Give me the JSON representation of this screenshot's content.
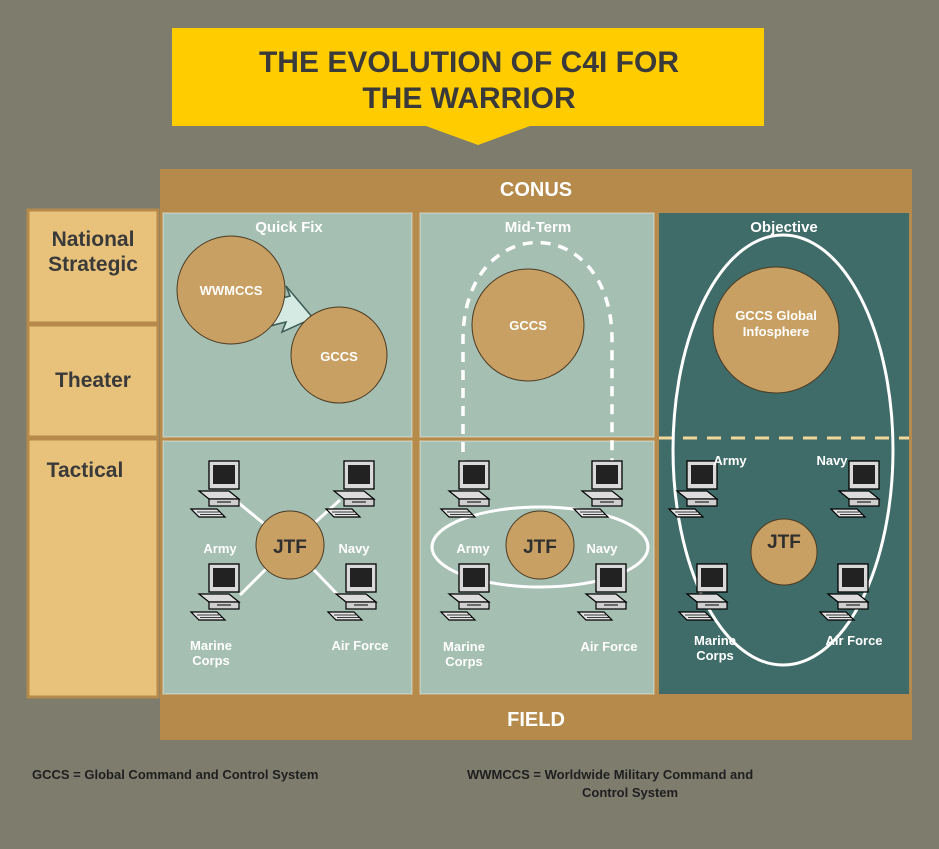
{
  "title": {
    "line1": "THE EVOLUTION OF C4I FOR",
    "line2": "THE WARRIOR"
  },
  "bands": {
    "top": "CONUS",
    "bottom": "FIELD"
  },
  "rows": {
    "national": [
      "National",
      "Strategic"
    ],
    "theater": "Theater",
    "tactical": "Tactical"
  },
  "columns": {
    "quick_fix": {
      "heading": "Quick Fix",
      "old_system": "WWMCCS",
      "new_system": "GCCS",
      "hub": "JTF",
      "services": {
        "army": "Army",
        "navy": "Navy",
        "marine": [
          "Marine",
          "Corps"
        ],
        "air_force": "Air Force"
      }
    },
    "mid_term": {
      "heading": "Mid-Term",
      "system": "GCCS",
      "hub": "JTF",
      "services": {
        "army": "Army",
        "navy": "Navy",
        "marine": [
          "Marine",
          "Corps"
        ],
        "air_force": "Air Force"
      }
    },
    "objective": {
      "heading": "Objective",
      "system": [
        "GCCS Global",
        "Infosphere"
      ],
      "hub": "JTF",
      "services": {
        "army": "Army",
        "navy": "Navy",
        "marine": [
          "Marine",
          "Corps"
        ],
        "air_force": "Air Force"
      }
    }
  },
  "legend": {
    "gccs": "GCCS = Global Command and Control System",
    "wwmccs": [
      "WWMCCS = Worldwide Military Command and",
      "Control System"
    ]
  },
  "colors": {
    "background": "#7d7c6d",
    "banner": "#ffcc00",
    "band": "#b58a4a",
    "row_label": "#e8c27a",
    "light_panel": "#a5bfb3",
    "dark_panel": "#3f6b69",
    "circle": "#c9a063"
  }
}
